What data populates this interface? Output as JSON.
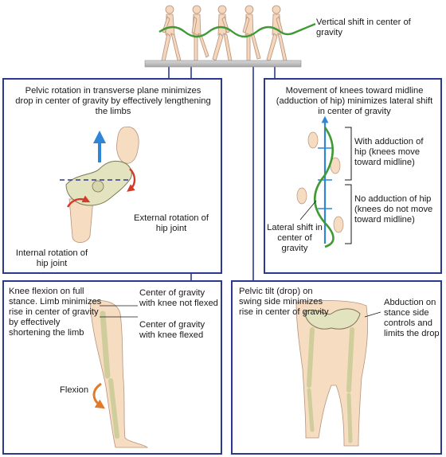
{
  "top": {
    "label": "Vertical shift in center of gravity"
  },
  "panels": {
    "pelvic_rotation": {
      "title": "Pelvic rotation in transverse plane minimizes drop in center of gravity by effectively lengthening the limbs",
      "external_rotation": "External rotation of hip joint",
      "internal_rotation": "Internal rotation of hip joint"
    },
    "knee_movement": {
      "title": "Movement of knees toward midline (adduction of hip) minimizes lateral shift in center of gravity",
      "with_adduction": "With adduction of hip (knees move toward midline)",
      "no_adduction": "No adduction of hip (knees do not move toward midline)",
      "lateral_shift": "Lateral shift in center of gravity"
    },
    "knee_flexion": {
      "title": "Knee flexion on full stance. Limb minimizes rise in center of gravity by effectively shortening the limb",
      "cog_not_flexed": "Center of gravity with knee not flexed",
      "cog_flexed": "Center of gravity with knee flexed",
      "flexion": "Flexion"
    },
    "pelvic_tilt": {
      "title": "Pelvic tilt (drop) on swing side minimizes rise in center of gravity",
      "abduction": "Abduction on stance side controls and limits the drop"
    }
  },
  "colors": {
    "panel_border": "#2b3a8f",
    "gravity_curve": "#3f9a35",
    "arrow_blue": "#2f86d6",
    "rotation_red": "#d43a2a",
    "flexion_orange": "#e07b2c",
    "skin": "#f6dcc0",
    "bone": "#e4e3bf"
  }
}
